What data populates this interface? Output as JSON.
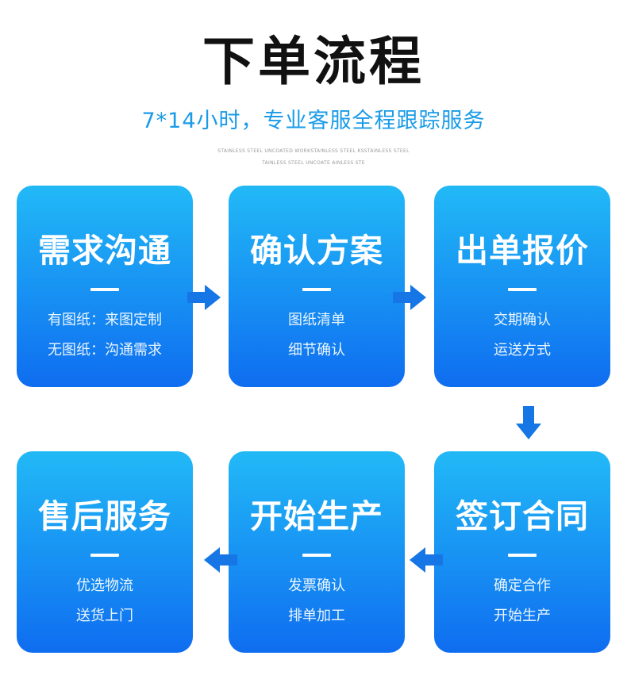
{
  "header": {
    "title": "下单流程",
    "subtitle": "7*14小时，专业客服全程跟踪服务",
    "fine_line1": "STAINLESS STEEL UNCOATED WORKSTAINLESS STEEL KSSTAINLESS STEEL",
    "fine_line2": "TAINLESS STEEL UNCOATE AINLESS STE"
  },
  "colors": {
    "card_top": "#22b9f6",
    "card_bottom": "#0f6df0",
    "arrow": "#1676e6",
    "subtitle": "#1a9be8"
  },
  "steps": [
    {
      "title": "需求沟通",
      "line1": "有图纸：来图定制",
      "line2": "无图纸：沟通需求"
    },
    {
      "title": "确认方案",
      "line1": "图纸清单",
      "line2": "细节确认"
    },
    {
      "title": "出单报价",
      "line1": "交期确认",
      "line2": "运送方式"
    },
    {
      "title": "签订合同",
      "line1": "确定合作",
      "line2": "开始生产"
    },
    {
      "title": "开始生产",
      "line1": "发票确认",
      "line2": "排单加工"
    },
    {
      "title": "售后服务",
      "line1": "优选物流",
      "line2": "送货上门"
    }
  ],
  "arrows": [
    {
      "direction": "right",
      "icon": "arrow-right-icon"
    },
    {
      "direction": "right",
      "icon": "arrow-right-icon"
    },
    {
      "direction": "down",
      "icon": "arrow-down-icon"
    },
    {
      "direction": "left",
      "icon": "arrow-left-icon"
    },
    {
      "direction": "left",
      "icon": "arrow-left-icon"
    }
  ]
}
